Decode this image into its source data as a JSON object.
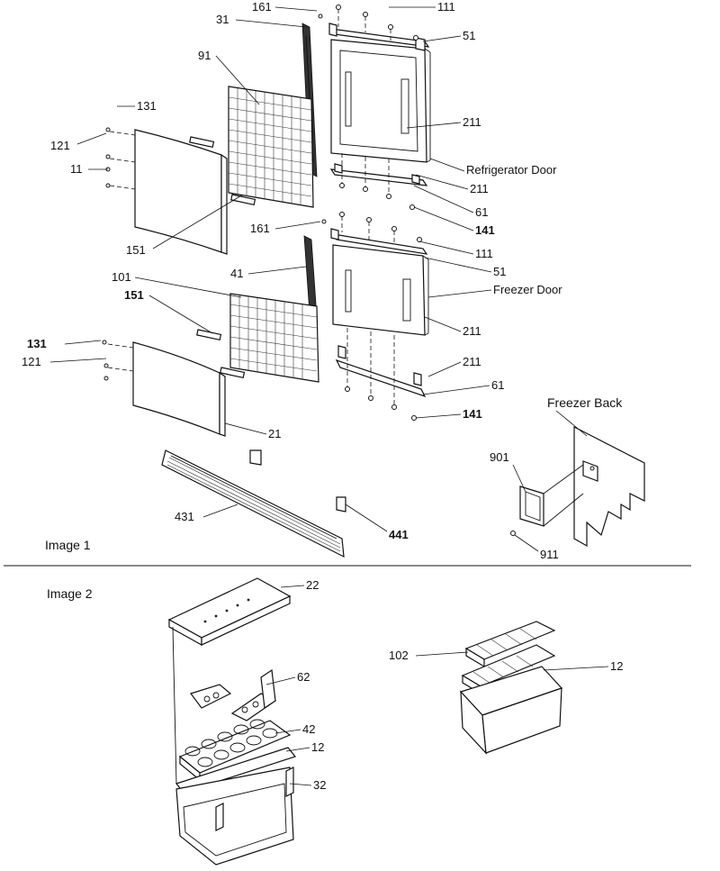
{
  "sections": {
    "image1": "Image 1",
    "image2": "Image 2"
  },
  "labels": {
    "l161a": "161",
    "l31": "31",
    "l111a": "111",
    "l51a": "51",
    "l91": "91",
    "l131a": "131",
    "l121a": "121",
    "l11": "11",
    "l211a": "211",
    "refrigerator_door": "Refrigerator Door",
    "l211b": "211",
    "l61a": "61",
    "l161b": "161",
    "l141a": "141",
    "l111b": "111",
    "l151a": "151",
    "l41": "41",
    "l51b": "51",
    "l101": "101",
    "freezer_door": "Freezer Door",
    "l151b": "151",
    "l211c": "211",
    "l131b": "131",
    "l121b": "121",
    "l211d": "211",
    "l61b": "61",
    "l141b": "141",
    "freezer_back": "Freezer Back",
    "l21": "21",
    "l901": "901",
    "l431": "431",
    "l441": "441",
    "l911": "911",
    "l22": "22",
    "l62": "62",
    "l42": "42",
    "l12a": "12",
    "l32": "32",
    "l102": "102",
    "l12b": "12"
  }
}
